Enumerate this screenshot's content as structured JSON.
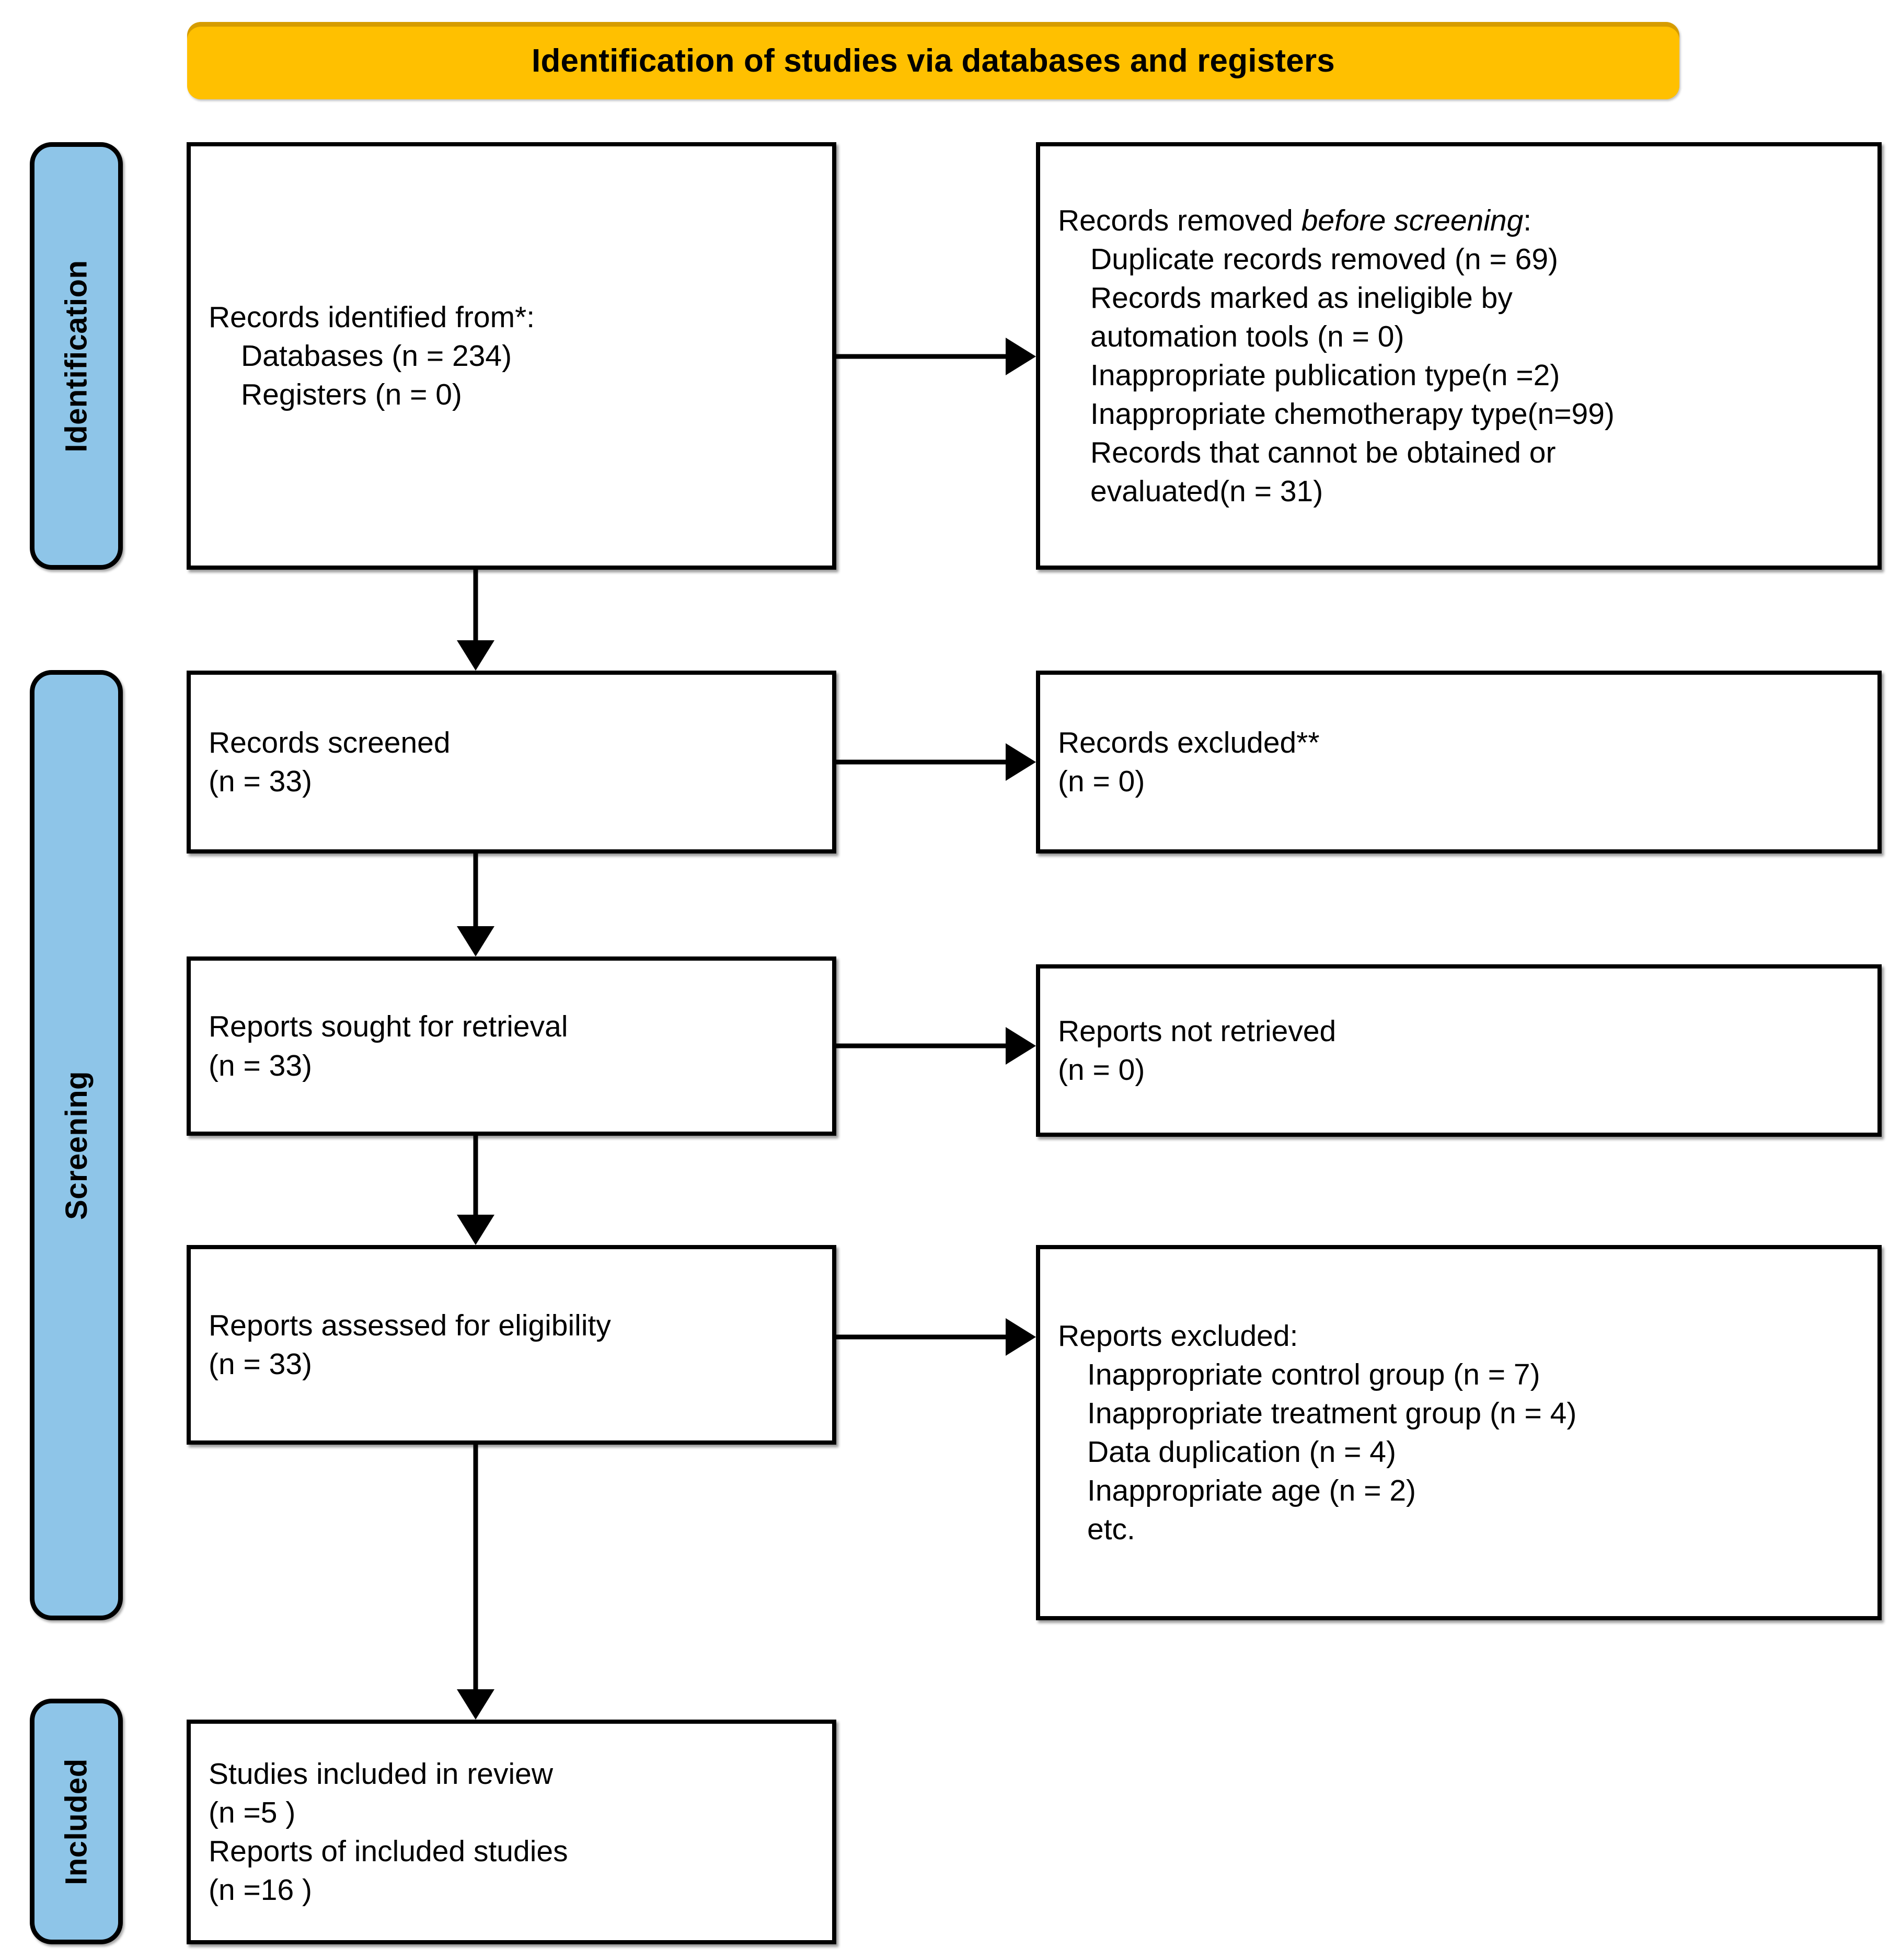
{
  "banner": {
    "title": "Identification of studies via databases and registers"
  },
  "colors": {
    "banner": "#FFC000",
    "stage": "#8EC5E8",
    "border": "#000000",
    "background": "#FFFFFF"
  },
  "stages": [
    {
      "id": "identification",
      "label": "Identification"
    },
    {
      "id": "screening",
      "label": "Screening"
    },
    {
      "id": "included",
      "label": "Included"
    }
  ],
  "boxes": {
    "identified": {
      "lines": [
        "Records identified from*:",
        "Databases (n = 234)",
        "Registers (n = 0)"
      ]
    },
    "removed": {
      "heading_prefix": "Records removed ",
      "heading_italic": "before screening",
      "heading_suffix": ":",
      "items": [
        "Duplicate records removed  (n = 69)",
        "Records marked as ineligible by",
        "automation tools (n = 0)",
        "Inappropriate publication type(n =2)",
        "Inappropriate chemotherapy type(n=99)",
        "Records that cannot be obtained or",
        "evaluated(n = 31)"
      ]
    },
    "screened": {
      "lines": [
        "Records screened",
        "(n = 33)"
      ]
    },
    "excluded": {
      "lines": [
        "Records excluded**",
        "(n = 0)"
      ]
    },
    "sought": {
      "lines": [
        "Reports sought for retrieval",
        "(n = 33)"
      ]
    },
    "not_retrieved": {
      "lines": [
        "Reports not retrieved",
        "(n = 0)"
      ]
    },
    "assessed": {
      "lines": [
        "Reports assessed for eligibility",
        "(n = 33)"
      ]
    },
    "reports_excluded": {
      "heading": "Reports excluded:",
      "items": [
        "Inappropriate control group (n = 7)",
        "Inappropriate treatment group (n = 4)",
        "Data duplication (n = 4)",
        "Inappropriate age (n = 2)",
        "etc."
      ]
    },
    "included": {
      "lines": [
        "Studies included in review",
        "(n =5 )",
        "Reports of included studies",
        "(n =16 )"
      ]
    }
  }
}
